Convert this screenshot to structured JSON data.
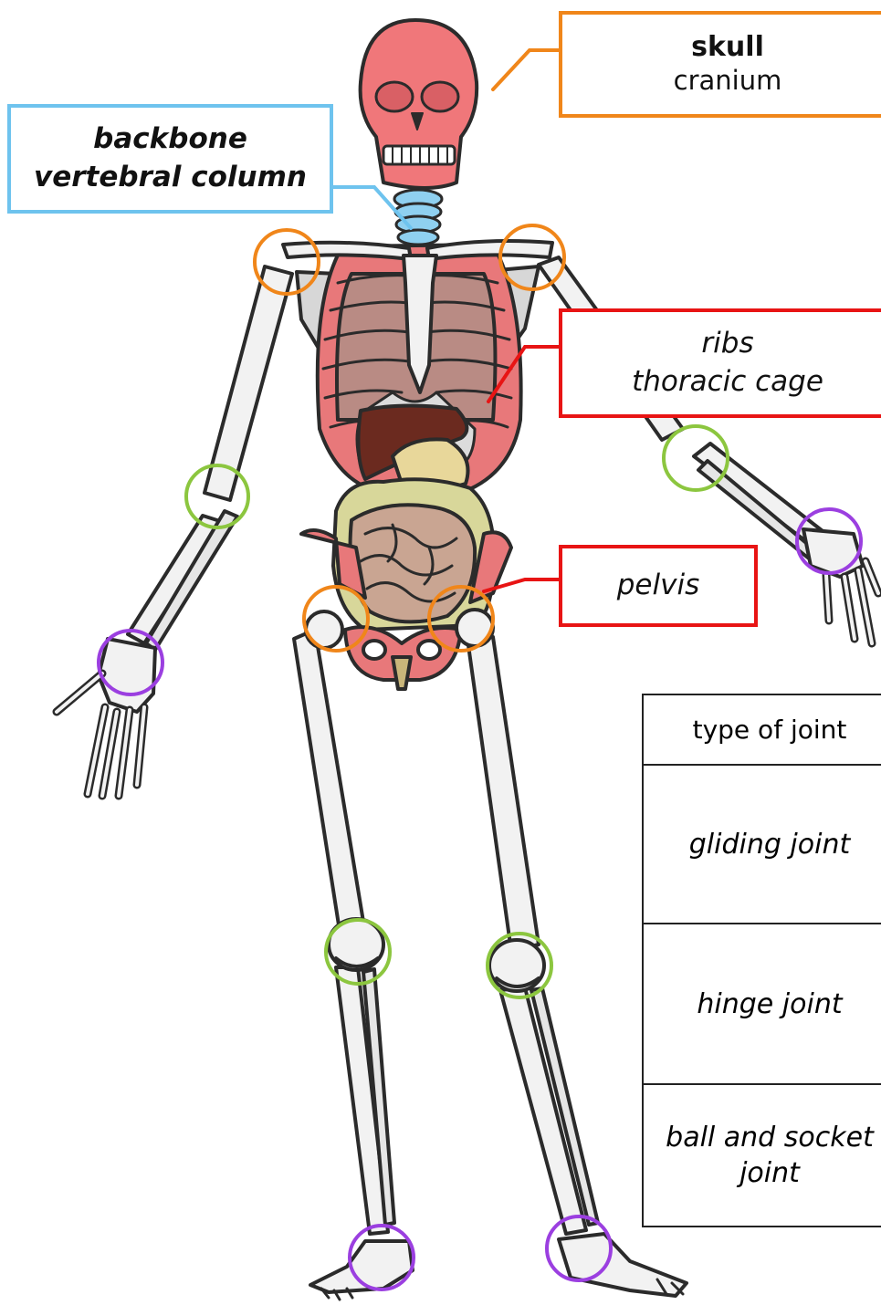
{
  "labels": {
    "skull": {
      "title": "skull",
      "subtitle": "cranium"
    },
    "backbone": {
      "line1": "backbone",
      "line2": "vertebral column"
    },
    "ribs": {
      "line1": "ribs",
      "line2": "thoracic cage"
    },
    "pelvis": {
      "line1": "pelvis"
    }
  },
  "joint_table": {
    "header": "type of joint",
    "rows": [
      "gliding joint",
      "hinge joint",
      "ball and socket joint"
    ]
  },
  "colors": {
    "skull_box": "#f0861a",
    "backbone_box": "#6ec3ee",
    "ribs_box": "#e81414",
    "pelvis_box": "#e81414",
    "ball_socket_circle": "#f0861a",
    "hinge_circle": "#8cc63f",
    "gliding_circle": "#9b3fe0",
    "skull_fill": "#f0777a",
    "rib_fill": "#e8787a",
    "bone_fill": "#f2f2f2",
    "vertebrae_fill": "#8fd0f0",
    "liver_fill": "#6b2a1f",
    "stomach_fill": "#e8d79a",
    "intestine_fill": "#c9a592"
  }
}
